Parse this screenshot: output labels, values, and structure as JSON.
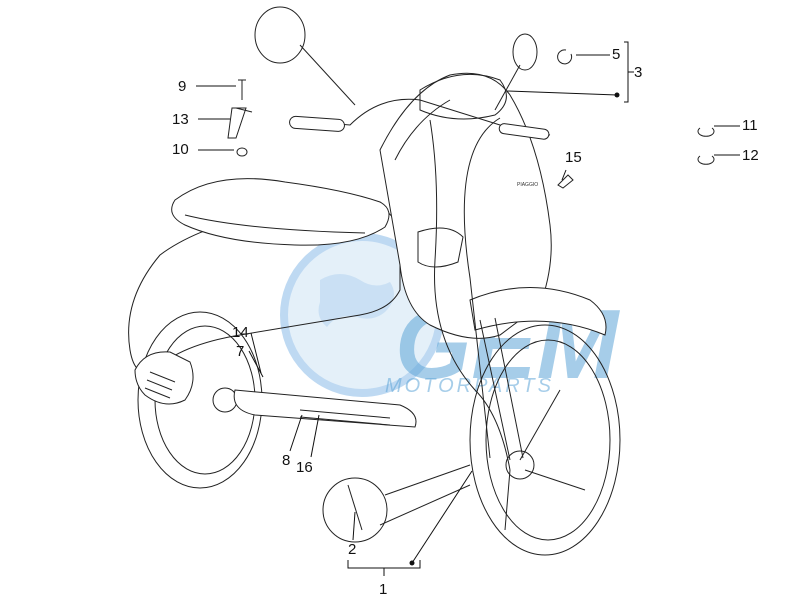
{
  "watermark": {
    "logo_text": "GEM",
    "sub_text": "MOTORPARTS",
    "color": "#2b8fd6"
  },
  "brand_badge": "PIAGGIO",
  "labels": {
    "l1": "1",
    "l2": "2",
    "l3": "3",
    "l5": "5",
    "l7": "7",
    "l8": "8",
    "l9": "9",
    "l10": "10",
    "l11": "11",
    "l12": "12",
    "l13": "13",
    "l14": "14",
    "l15": "15",
    "l16": "16"
  }
}
